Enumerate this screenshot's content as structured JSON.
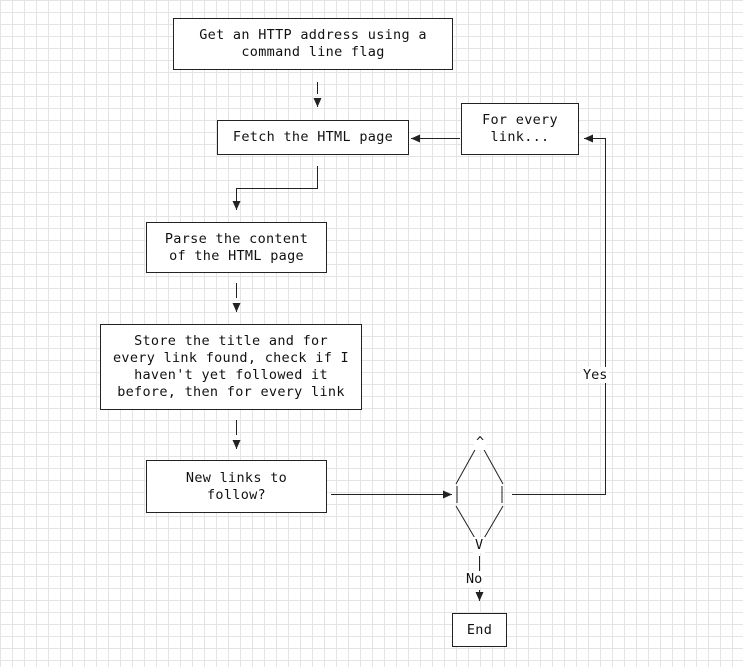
{
  "nodes": {
    "start": "Get an HTTP address using a\ncommand line flag",
    "fetch": "Fetch the HTML page",
    "foreach": "For every\nlink...",
    "parse": "Parse the content\nof the HTML page",
    "store": "Store the title and for\nevery link found, check if I\nhaven't yet followed it\nbefore, then for every link",
    "question": "New links to\nfollow?",
    "end": "End"
  },
  "edge_labels": {
    "yes": "Yes",
    "no": "No"
  },
  "diamond_glyphs": {
    "top": "^",
    "bottom": "V"
  },
  "colors": {
    "line": "#222222",
    "grid": "#e4e4e4",
    "background": "#ffffff"
  }
}
